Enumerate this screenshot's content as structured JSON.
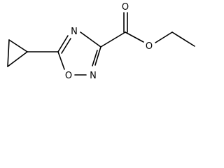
{
  "molecule": {
    "atoms": {
      "ring_n4": "N",
      "ring_n2": "N",
      "ring_o1": "O",
      "carbonyl_o": "O",
      "ester_o": "O"
    }
  }
}
